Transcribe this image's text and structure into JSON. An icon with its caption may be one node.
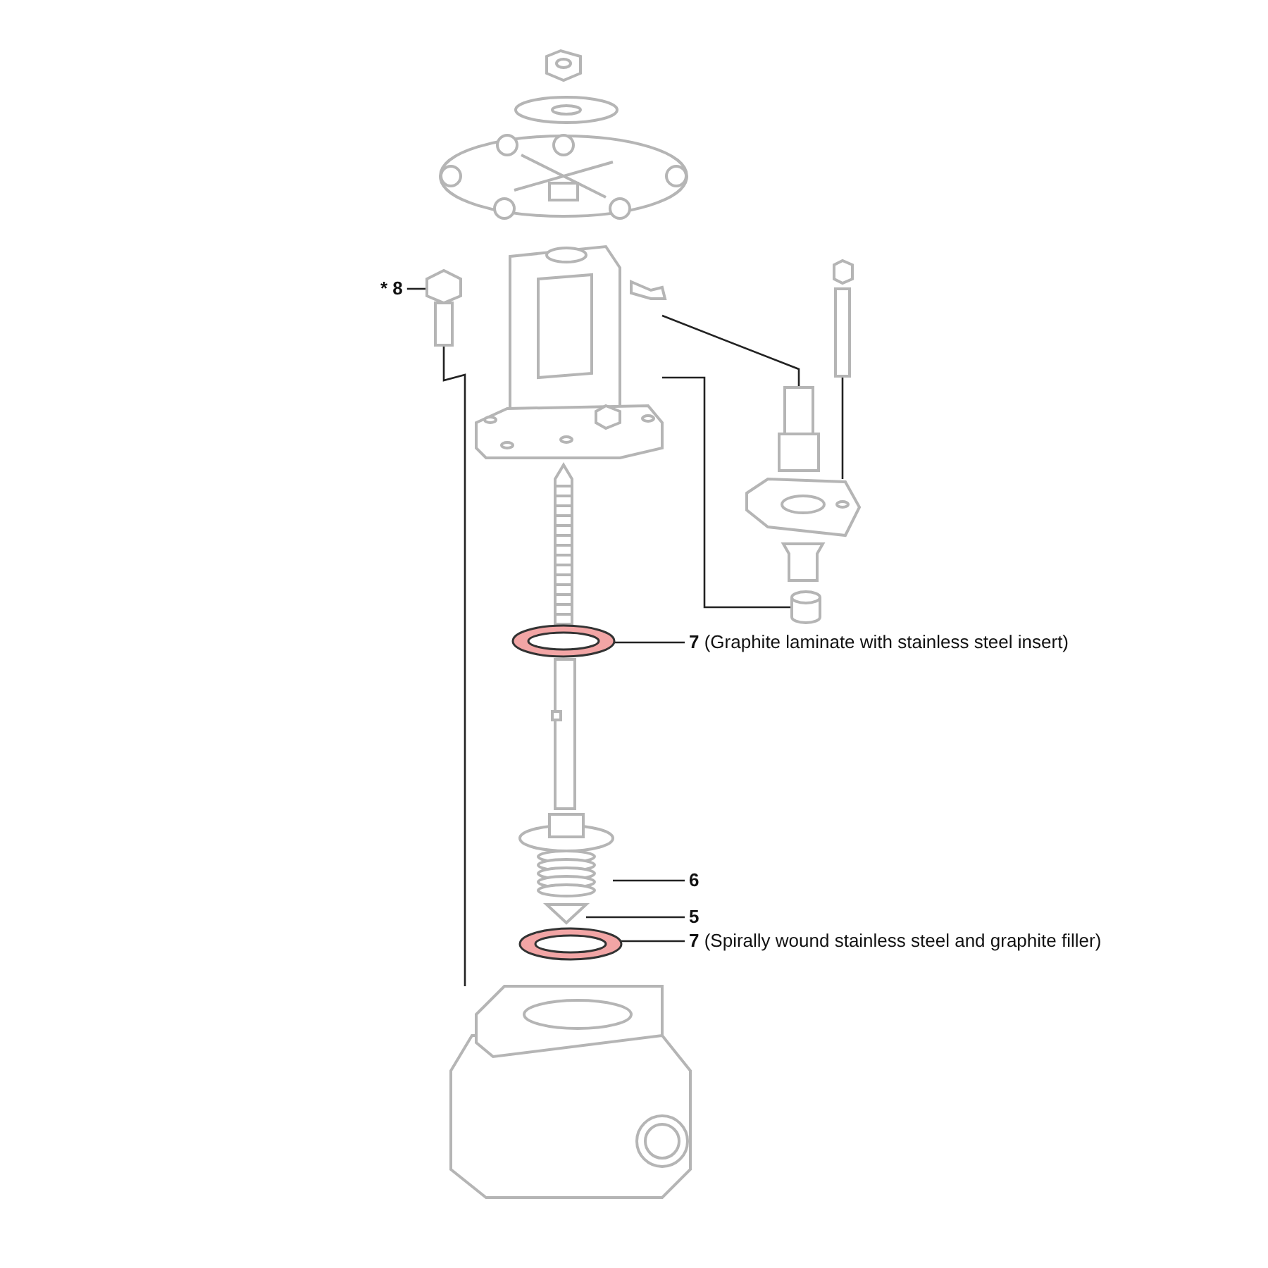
{
  "diagram": {
    "nodes": [
      {
        "text": [
          "* 8"
        ]
      },
      {
        "text": [],
        "shape": "picture"
      },
      {
        "text": [],
        "shape": "picture"
      },
      {
        "text": [],
        "shape": "picture"
      },
      {
        "text": [],
        "shape": "picture"
      },
      {
        "text": [],
        "shape": "picture"
      },
      {
        "text": [],
        "shape": "cylinder"
      },
      {
        "text": [
          "**7** (Graphite laminate with stainless steel insert)"
        ]
      },
      {
        "text": [],
        "shape": "picture"
      },
      {
        "text": [
          "6"
        ]
      },
      {
        "text": [],
        "shape": "picture"
      },
      {
        "text": [
          "5"
        ]
      },
      {
        "text": [],
        "shape": "picture"
      },
      {
        "text": [
          "**7** (Spirally wound stainless steel and graphite filler)"
        ]
      },
      {
        "text": [],
        "shape": "picture"
      },
      {
        "text": [],
        "shape": "picture"
      }
    ],
    "edges": [
      {
        "from": 0,
        "to": 1,
        "arrow": "none"
      },
      {
        "from": 1,
        "to": 15,
        "arrow": "none"
      },
      {
        "from": 2,
        "to": 4,
        "arrow": "none"
      },
      {
        "from": 2,
        "to": 6,
        "arrow": "none"
      },
      {
        "from": 3,
        "to": 5,
        "arrow": "none"
      },
      {
        "from": 7,
        "to": 8,
        "arrow": "none"
      },
      {
        "from": 9,
        "to": 10,
        "arrow": "none"
      },
      {
        "from": 11,
        "to": 12,
        "arrow": "none"
      },
      {
        "from": 13,
        "to": 14,
        "arrow": "none"
      }
    ]
  }
}
